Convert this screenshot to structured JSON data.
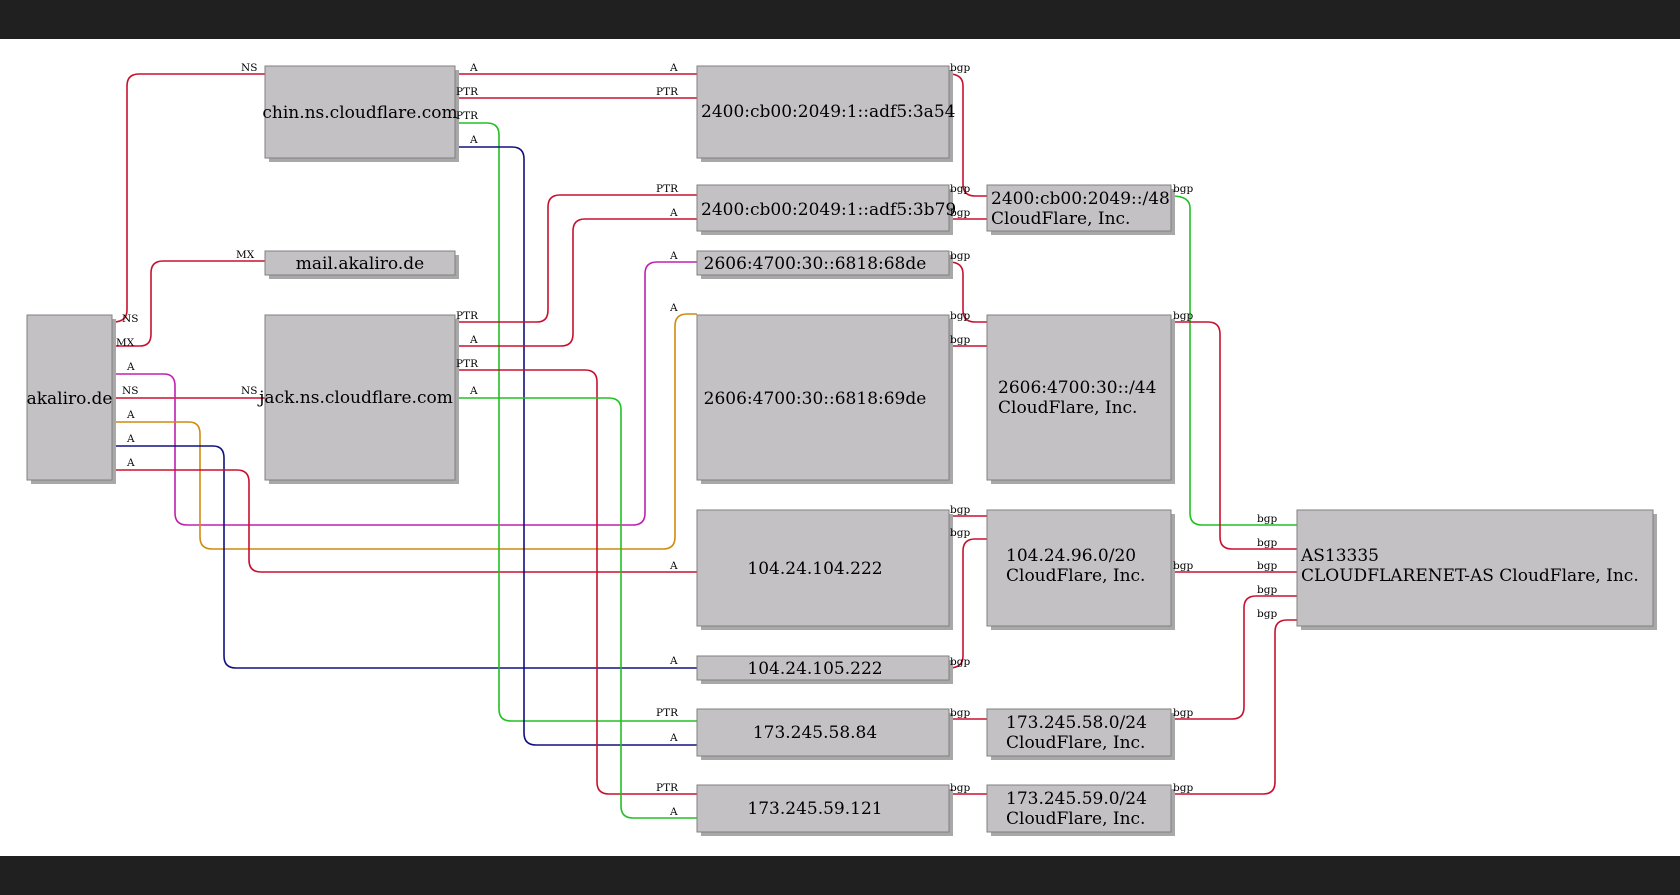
{
  "colors": {
    "background": "#ffffff",
    "bar": "#202020",
    "node_fill": "#c4c1c4",
    "node_shadow": "#a8a8a8",
    "red": "#c8102e",
    "green": "#22c022",
    "navy": "#101080",
    "magenta": "#c020b0",
    "orange": "#d08a10"
  },
  "nodes": {
    "akaliro": "akaliro.de",
    "chin": "chin.ns.cloudflare.com",
    "mail": "mail.akaliro.de",
    "jack": "jack.ns.cloudflare.com",
    "ip6_a54": "2400:cb00:2049:1::adf5:3a54",
    "ip6_b79": "2400:cb00:2049:1::adf5:3b79",
    "ip6_68de": "2606:4700:30::6818:68de",
    "ip6_69de": "2606:4700:30::6818:69de",
    "ip4_104_222": "104.24.104.222",
    "ip4_105_222": "104.24.105.222",
    "ip4_58_84": "173.245.58.84",
    "ip4_59_121": "173.245.59.121",
    "net_2400": [
      "2400:cb00:2049::/48",
      "CloudFlare, Inc."
    ],
    "net_2606": [
      "2606:4700:30::/44",
      "CloudFlare, Inc."
    ],
    "net_104": [
      "104.24.96.0/20",
      "CloudFlare, Inc."
    ],
    "net_173_58": [
      "173.245.58.0/24",
      "CloudFlare, Inc."
    ],
    "net_173_59": [
      "173.245.59.0/24",
      "CloudFlare, Inc."
    ],
    "as": [
      "AS13335",
      "CLOUDFLARENET-AS CloudFlare, Inc."
    ]
  },
  "ports": {
    "ns": "NS",
    "mx": "MX",
    "a": "A",
    "ptr": "PTR",
    "bgp": "bgp"
  }
}
